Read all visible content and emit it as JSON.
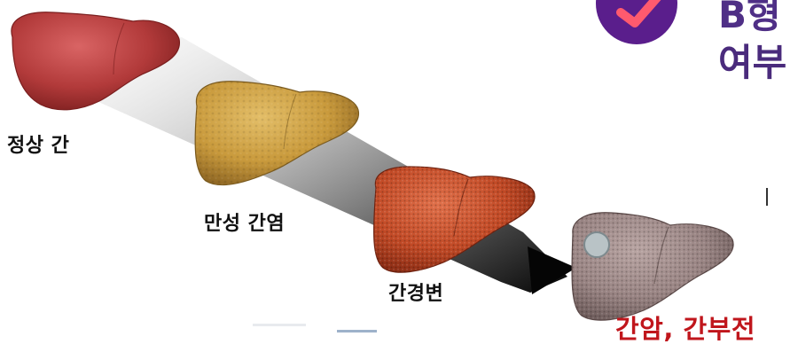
{
  "labels": {
    "normal": "정상 간",
    "hepatitis": "만성 간염",
    "cirrhosis": "간경변",
    "cancer": "간암, 간부전"
  },
  "brand": {
    "line1": "B형",
    "line2": "여부"
  },
  "icons": {
    "brand": "check-badge-icon"
  },
  "colors": {
    "label_dark": "#111111",
    "label_alert": "#c0161c",
    "brand_purple": "#4a2b7c",
    "brand_badge": "#5a1e8c",
    "brand_check": "#ff5a6e",
    "normal_liver": "#b23a3a",
    "hepatitis_liver": "#c99a3c",
    "cirrhosis_liver": "#c24a26",
    "cancer_liver": "#9a8584"
  }
}
